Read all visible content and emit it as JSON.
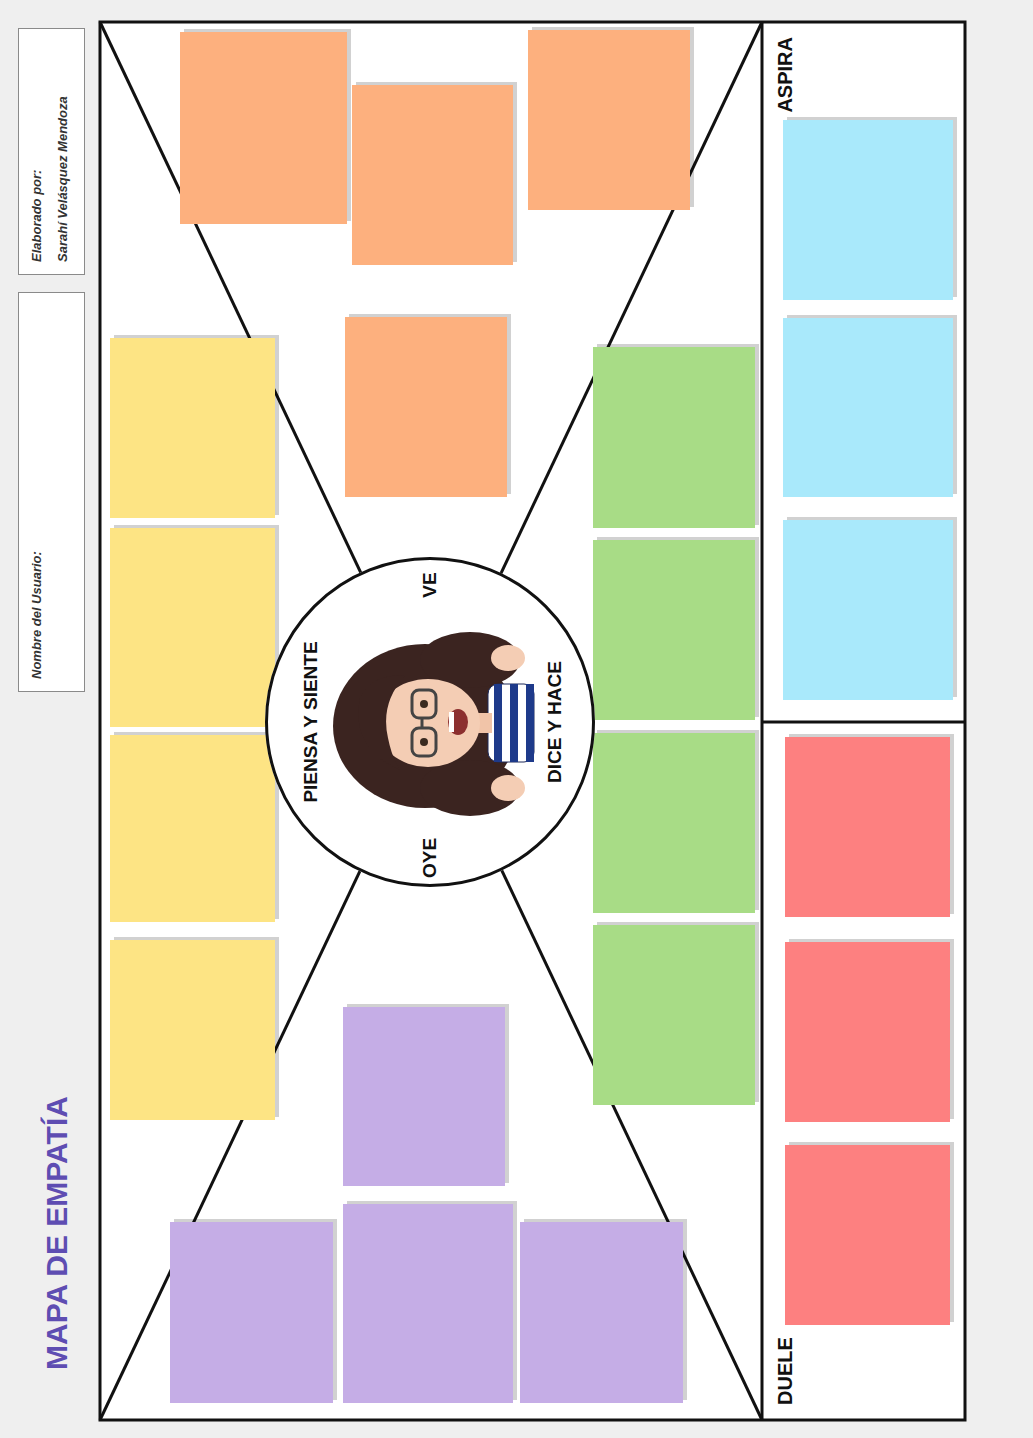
{
  "diagram": {
    "title": "MAPA DE EMPATÍA",
    "nodes": [
      {
        "text": [
          "Nombre del Usuario:"
        ]
      },
      {
        "text": [
          "Elaborado por:",
          "Sarahí Velásquez Mendoza"
        ]
      },
      {
        "text": [
          "PIENSA Y SIENTE",
          "VE",
          "DICE Y HACE",
          "OYE"
        ]
      },
      {
        "text": [
          "DUELE"
        ]
      },
      {
        "text": [
          "ASPIRA"
        ]
      }
    ]
  }
}
